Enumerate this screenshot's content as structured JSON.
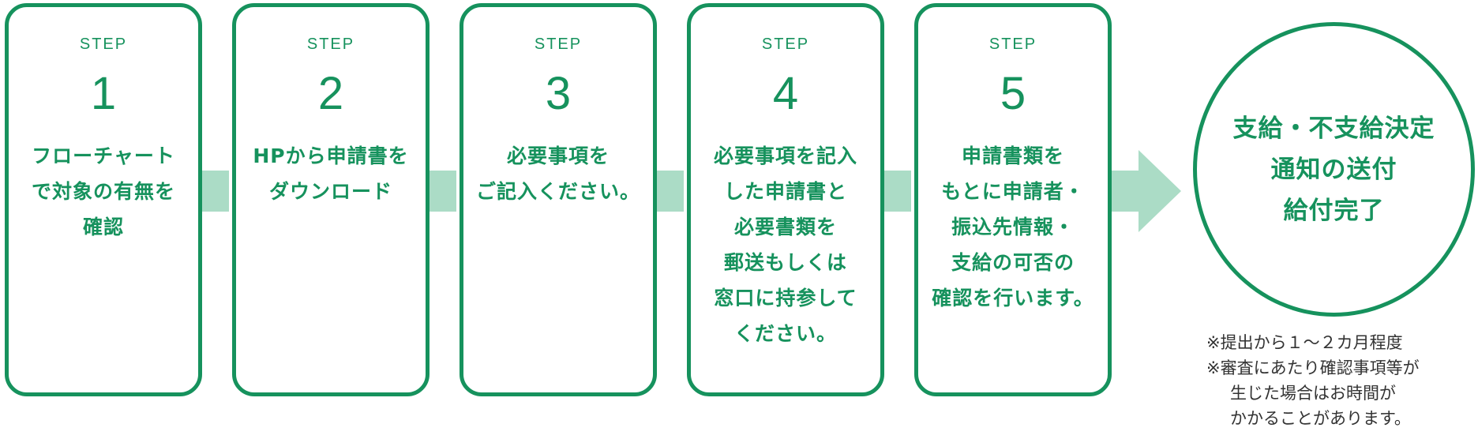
{
  "steps": [
    {
      "label": "STEP",
      "number": "1",
      "text": "フローチャート\nで対象の有無を\n確認"
    },
    {
      "label": "STEP",
      "number": "2",
      "text": "HPから申請書を\nダウンロード"
    },
    {
      "label": "STEP",
      "number": "3",
      "text": "必要事項を\nご記入ください。"
    },
    {
      "label": "STEP",
      "number": "4",
      "text": "必要事項を記入\nした申請書と\n必要書類を\n郵送もしくは\n窓口に持参して\nください。"
    },
    {
      "label": "STEP",
      "number": "5",
      "text": "申請書類を\nもとに申請者・\n振込先情報・\n支給の可否の\n確認を行います。"
    }
  ],
  "result": {
    "text": "支給・不支給決定\n通知の送付\n給付完了"
  },
  "notes": [
    "※提出から１〜２カ月程度",
    "※審査にあたり確認事項等が\n生じた場合はお時間が\nかかることがあります。"
  ],
  "colors": {
    "primary": "#16925d",
    "connector": "#abdcc6",
    "note_text": "#333333"
  }
}
